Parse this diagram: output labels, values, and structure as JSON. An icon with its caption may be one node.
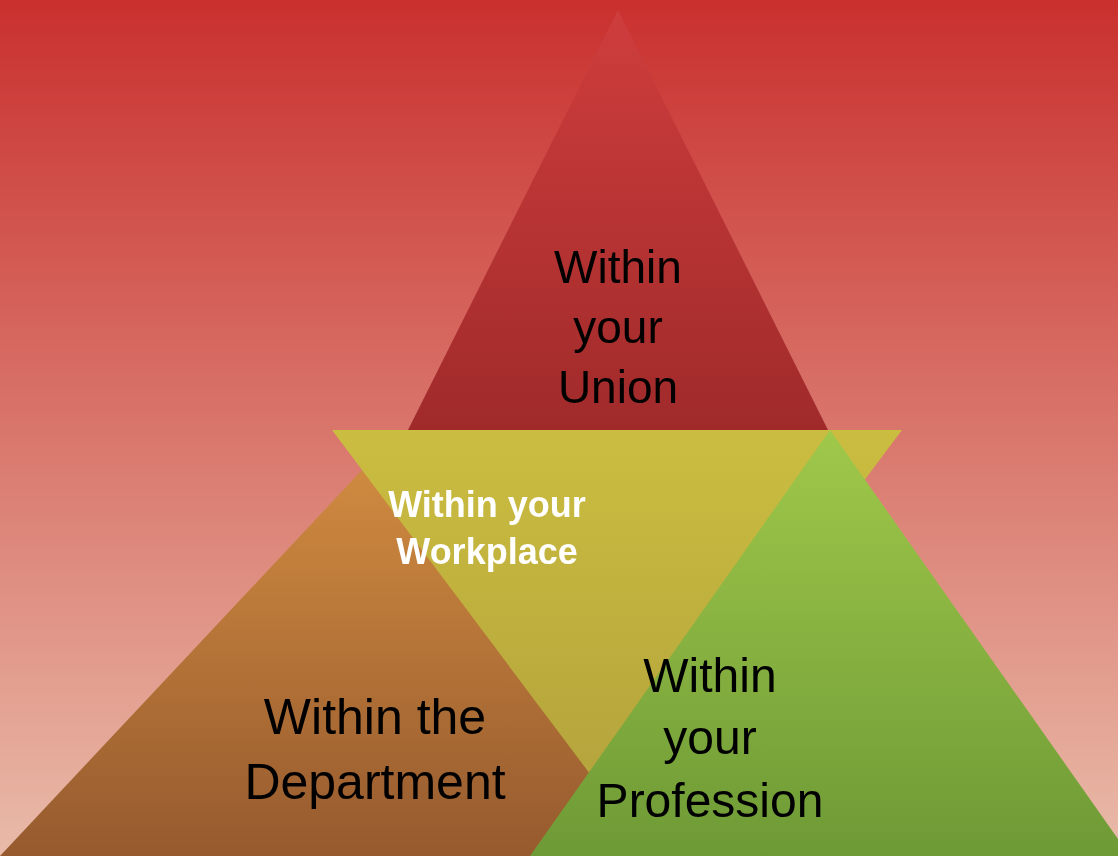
{
  "diagram": {
    "nodes": [
      {
        "text": [
          "Within your Union"
        ]
      },
      {
        "text": [
          "Within the Department"
        ]
      },
      {
        "text": [
          "Within your Workplace"
        ]
      },
      {
        "text": [
          "Within your Profession"
        ]
      }
    ]
  }
}
